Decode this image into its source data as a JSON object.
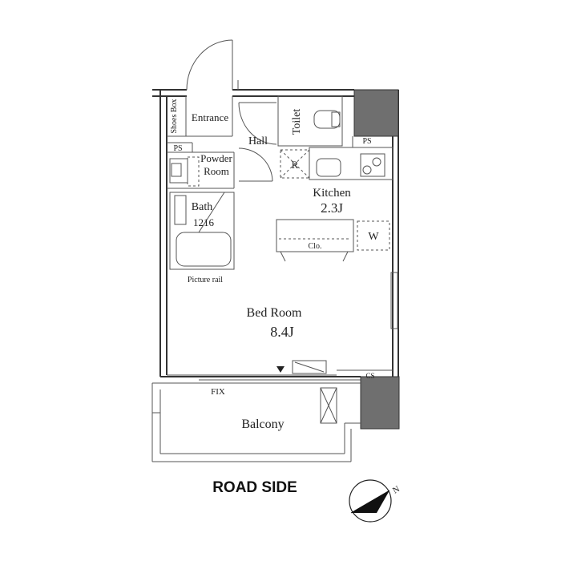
{
  "rooms": {
    "shoes_box": "Shoes Box",
    "entrance": "Entrance",
    "hall": "Hall",
    "toilet": "Toilet",
    "ps_left": "PS",
    "ps_right": "PS",
    "powder_room_line1": "Powder",
    "powder_room_line2": "Room",
    "refrigerator": "R",
    "kitchen": "Kitchen",
    "kitchen_size": "2.3J",
    "bath": "Bath",
    "bath_size": "1216",
    "closet": "Clo.",
    "washer": "W",
    "picture_rail": "Picture rail",
    "bedroom": "Bed Room",
    "bedroom_size": "8.4J",
    "cs": "CS",
    "fix": "FIX",
    "balcony": "Balcony"
  },
  "orientation": {
    "road_side": "ROAD SIDE",
    "north": "N"
  }
}
